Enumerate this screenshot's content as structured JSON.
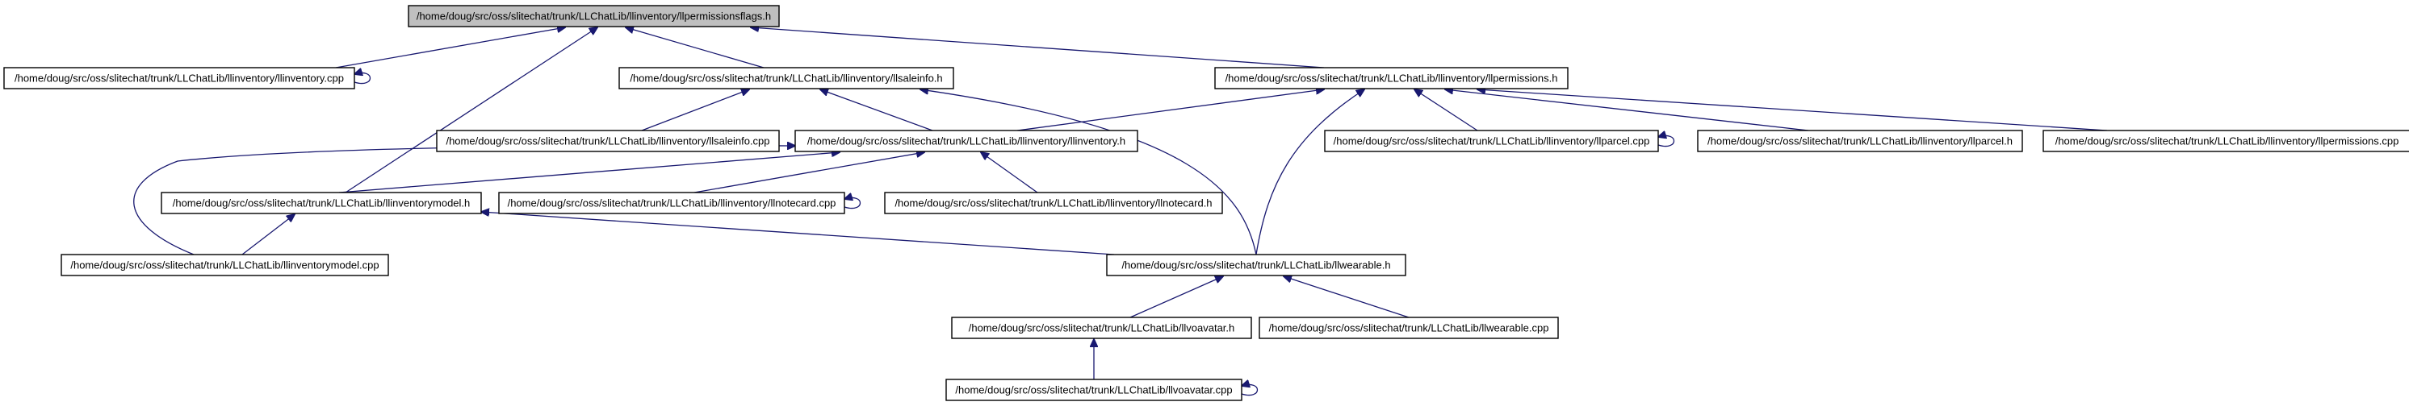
{
  "graph": {
    "nodes": [
      {
        "id": "llpermissionsflags_h",
        "label": "/home/doug/src/oss/slitechat/trunk/LLChatLib/llinventory/llpermissionsflags.h",
        "root": true
      },
      {
        "id": "llinventory_cpp",
        "label": "/home/doug/src/oss/slitechat/trunk/LLChatLib/llinventory/llinventory.cpp"
      },
      {
        "id": "llsaleinfo_h",
        "label": "/home/doug/src/oss/slitechat/trunk/LLChatLib/llinventory/llsaleinfo.h"
      },
      {
        "id": "llpermissions_h",
        "label": "/home/doug/src/oss/slitechat/trunk/LLChatLib/llinventory/llpermissions.h"
      },
      {
        "id": "llsaleinfo_cpp",
        "label": "/home/doug/src/oss/slitechat/trunk/LLChatLib/llinventory/llsaleinfo.cpp"
      },
      {
        "id": "llinventory_h",
        "label": "/home/doug/src/oss/slitechat/trunk/LLChatLib/llinventory/llinventory.h"
      },
      {
        "id": "llparcel_cpp",
        "label": "/home/doug/src/oss/slitechat/trunk/LLChatLib/llinventory/llparcel.cpp"
      },
      {
        "id": "llparcel_h",
        "label": "/home/doug/src/oss/slitechat/trunk/LLChatLib/llinventory/llparcel.h"
      },
      {
        "id": "llpermissions_cpp",
        "label": "/home/doug/src/oss/slitechat/trunk/LLChatLib/llinventory/llpermissions.cpp"
      },
      {
        "id": "llinventorymodel_h",
        "label": "/home/doug/src/oss/slitechat/trunk/LLChatLib/llinventorymodel.h"
      },
      {
        "id": "llnotecard_cpp",
        "label": "/home/doug/src/oss/slitechat/trunk/LLChatLib/llinventory/llnotecard.cpp"
      },
      {
        "id": "llnotecard_h",
        "label": "/home/doug/src/oss/slitechat/trunk/LLChatLib/llinventory/llnotecard.h"
      },
      {
        "id": "llinventorymodel_cpp",
        "label": "/home/doug/src/oss/slitechat/trunk/LLChatLib/llinventorymodel.cpp"
      },
      {
        "id": "llwearable_h",
        "label": "/home/doug/src/oss/slitechat/trunk/LLChatLib/llwearable.h"
      },
      {
        "id": "llvoavatar_h",
        "label": "/home/doug/src/oss/slitechat/trunk/LLChatLib/llvoavatar.h"
      },
      {
        "id": "llwearable_cpp",
        "label": "/home/doug/src/oss/slitechat/trunk/LLChatLib/llwearable.cpp"
      },
      {
        "id": "llvoavatar_cpp",
        "label": "/home/doug/src/oss/slitechat/trunk/LLChatLib/llvoavatar.cpp"
      }
    ],
    "edges": [
      {
        "from": "llinventory_cpp",
        "to": "llpermissionsflags_h"
      },
      {
        "from": "llinventory_cpp",
        "to": "llinventory_cpp"
      },
      {
        "from": "llsaleinfo_h",
        "to": "llpermissionsflags_h"
      },
      {
        "from": "llpermissions_h",
        "to": "llpermissionsflags_h"
      },
      {
        "from": "llinventorymodel_h",
        "to": "llpermissionsflags_h"
      },
      {
        "from": "llsaleinfo_cpp",
        "to": "llsaleinfo_h"
      },
      {
        "from": "llinventory_h",
        "to": "llsaleinfo_h"
      },
      {
        "from": "llwearable_h",
        "to": "llsaleinfo_h"
      },
      {
        "from": "llinventory_h",
        "to": "llpermissions_h"
      },
      {
        "from": "llparcel_cpp",
        "to": "llpermissions_h"
      },
      {
        "from": "llparcel_h",
        "to": "llpermissions_h"
      },
      {
        "from": "llpermissions_cpp",
        "to": "llpermissions_h"
      },
      {
        "from": "llwearable_h",
        "to": "llpermissions_h"
      },
      {
        "from": "llparcel_cpp",
        "to": "llparcel_cpp"
      },
      {
        "from": "llinventorymodel_h",
        "to": "llinventory_h"
      },
      {
        "from": "llnotecard_cpp",
        "to": "llinventory_h"
      },
      {
        "from": "llnotecard_h",
        "to": "llinventory_h"
      },
      {
        "from": "llinventorymodel_cpp",
        "to": "llinventory_h"
      },
      {
        "from": "llnotecard_cpp",
        "to": "llnotecard_cpp"
      },
      {
        "from": "llinventorymodel_cpp",
        "to": "llinventorymodel_h"
      },
      {
        "from": "llwearable_h",
        "to": "llinventorymodel_h"
      },
      {
        "from": "llvoavatar_h",
        "to": "llwearable_h"
      },
      {
        "from": "llwearable_cpp",
        "to": "llwearable_h"
      },
      {
        "from": "llvoavatar_cpp",
        "to": "llvoavatar_h"
      },
      {
        "from": "llvoavatar_cpp",
        "to": "llvoavatar_cpp"
      }
    ]
  }
}
